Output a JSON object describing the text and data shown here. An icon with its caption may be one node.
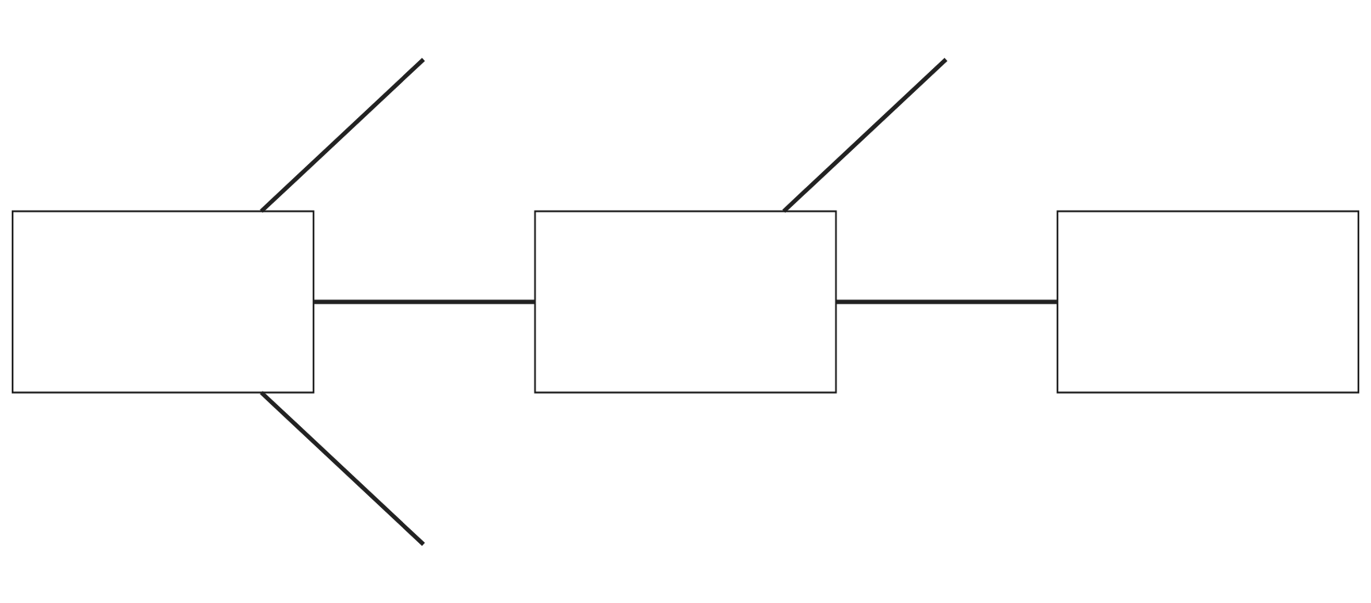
{
  "diagram": {
    "nodes": [
      {
        "text": [],
        "shape": "box"
      },
      {
        "text": [],
        "shape": "box"
      },
      {
        "text": [],
        "shape": "box"
      }
    ],
    "edges": [
      {
        "from": 0,
        "to": null,
        "arrow": "none"
      },
      {
        "from": 0,
        "to": 1,
        "arrow": "none"
      },
      {
        "from": 0,
        "to": null,
        "arrow": "none"
      },
      {
        "from": 1,
        "to": null,
        "arrow": "none"
      },
      {
        "from": 1,
        "to": 2,
        "arrow": "none"
      }
    ]
  }
}
